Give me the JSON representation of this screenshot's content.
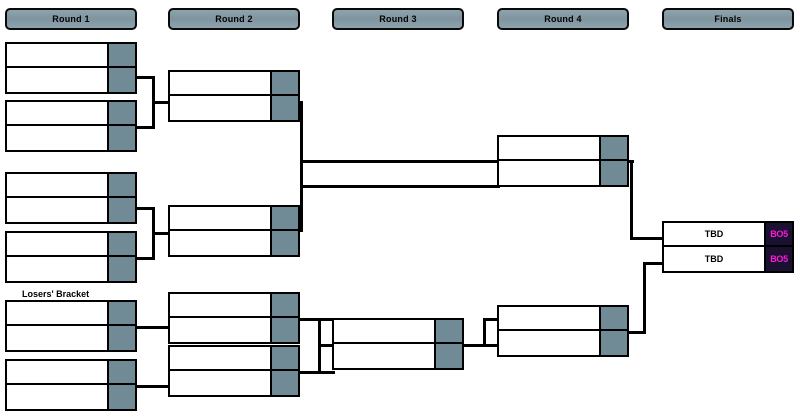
{
  "page": {
    "title": "Tournament Bracket",
    "background_color": "#ffffff",
    "line_color": "#000000"
  },
  "colors": {
    "header_fill": "#8599a4",
    "header_border": "#0a0a0a",
    "score_cell": "#718b96",
    "finals_score_cell": "#1a1030",
    "finals_score_text": "#ff18d8",
    "box_border": "#000000",
    "box_fill": "#ffffff"
  },
  "headers": [
    {
      "id": "round-1",
      "label": "Round 1"
    },
    {
      "id": "round-2",
      "label": "Round 2"
    },
    {
      "id": "round-3",
      "label": "Round 3"
    },
    {
      "id": "round-4",
      "label": "Round 4"
    },
    {
      "id": "finals",
      "label": "Finals"
    }
  ],
  "labels": {
    "losers_bracket": "Losers' Bracket"
  },
  "matches": {
    "r1m1": {
      "top_name": "",
      "top_score": "",
      "bottom_name": "",
      "bottom_score": ""
    },
    "r1m2": {
      "top_name": "",
      "top_score": "",
      "bottom_name": "",
      "bottom_score": ""
    },
    "r1m3": {
      "top_name": "",
      "top_score": "",
      "bottom_name": "",
      "bottom_score": ""
    },
    "r1m4": {
      "top_name": "",
      "top_score": "",
      "bottom_name": "",
      "bottom_score": ""
    },
    "r1m5": {
      "top_name": "",
      "top_score": "",
      "bottom_name": "",
      "bottom_score": ""
    },
    "r1m6": {
      "top_name": "",
      "top_score": "",
      "bottom_name": "",
      "bottom_score": ""
    },
    "r2m1": {
      "top_name": "",
      "top_score": "",
      "bottom_name": "",
      "bottom_score": ""
    },
    "r2m2": {
      "top_name": "",
      "top_score": "",
      "bottom_name": "",
      "bottom_score": ""
    },
    "r2m3": {
      "top_name": "",
      "top_score": "",
      "bottom_name": "",
      "bottom_score": ""
    },
    "r2m4": {
      "top_name": "",
      "top_score": "",
      "bottom_name": "",
      "bottom_score": ""
    },
    "r3m1": {
      "top_name": "",
      "top_score": "",
      "bottom_name": "",
      "bottom_score": ""
    },
    "r4m1": {
      "top_name": "",
      "top_score": "",
      "bottom_name": "",
      "bottom_score": ""
    },
    "r4m2": {
      "top_name": "",
      "top_score": "",
      "bottom_name": "",
      "bottom_score": ""
    },
    "finals": {
      "top_name": "TBD",
      "top_score": "BO5",
      "bottom_name": "TBD",
      "bottom_score": "BO5"
    }
  }
}
